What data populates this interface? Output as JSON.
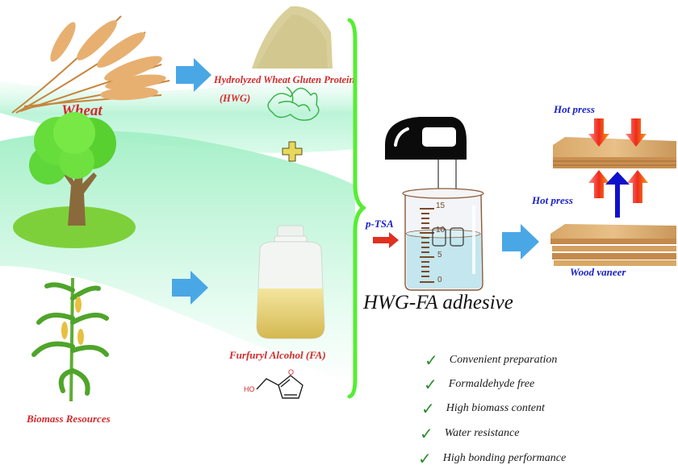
{
  "colors": {
    "label_red": "#d42a2a",
    "label_blue": "#1a22c8",
    "flow_arrow_blue": "#4aa7e6",
    "brace_green": "#55ee33",
    "band_green": "#a8f0c8",
    "check_green": "#2e8b2e",
    "press_arrow_red": "#ee2a1a",
    "lift_arrow_blue": "#1010cc"
  },
  "sources": {
    "wheat_label": "Wheat",
    "biomass_label": "Biomass Resources"
  },
  "intermediates": {
    "hwg_label_line1": "Hydrolyzed Wheat Gluten Protein",
    "hwg_label_line2": "(HWG)",
    "fa_label": "Furfuryl Alcohol (FA)",
    "fa_structure_group": "HO",
    "fa_ring_atom": "O",
    "plus_symbol": "+"
  },
  "reaction": {
    "catalyst_label": "p-TSA",
    "product_label": "HWG-FA adhesive",
    "beaker_scale": [
      "15",
      "10",
      "5",
      "0"
    ]
  },
  "application": {
    "hot_press_top": "Hot press",
    "hot_press_middle": "Hot press",
    "wood_label": "Wood vaneer"
  },
  "benefits": [
    {
      "icon": "check-icon",
      "text": "Convenient preparation"
    },
    {
      "icon": "check-icon",
      "text": "Formaldehyde free"
    },
    {
      "icon": "check-icon",
      "text": "High biomass content"
    },
    {
      "icon": "check-icon",
      "text": "Water resistance"
    },
    {
      "icon": "check-icon",
      "text": "High bonding performance"
    }
  ],
  "check_glyph": "✓"
}
